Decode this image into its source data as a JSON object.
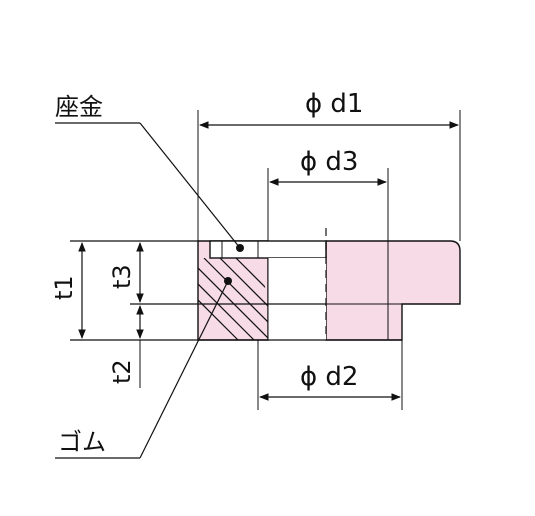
{
  "labels": {
    "washer": "座金",
    "rubber": "ゴム",
    "d1": "ϕ d1",
    "d2": "ϕ d2",
    "d3": "ϕ d3",
    "t1": "t1",
    "t2": "t2",
    "t3": "t3"
  },
  "colors": {
    "rubber_fill": "#f7dbe6",
    "line": "#111111"
  }
}
